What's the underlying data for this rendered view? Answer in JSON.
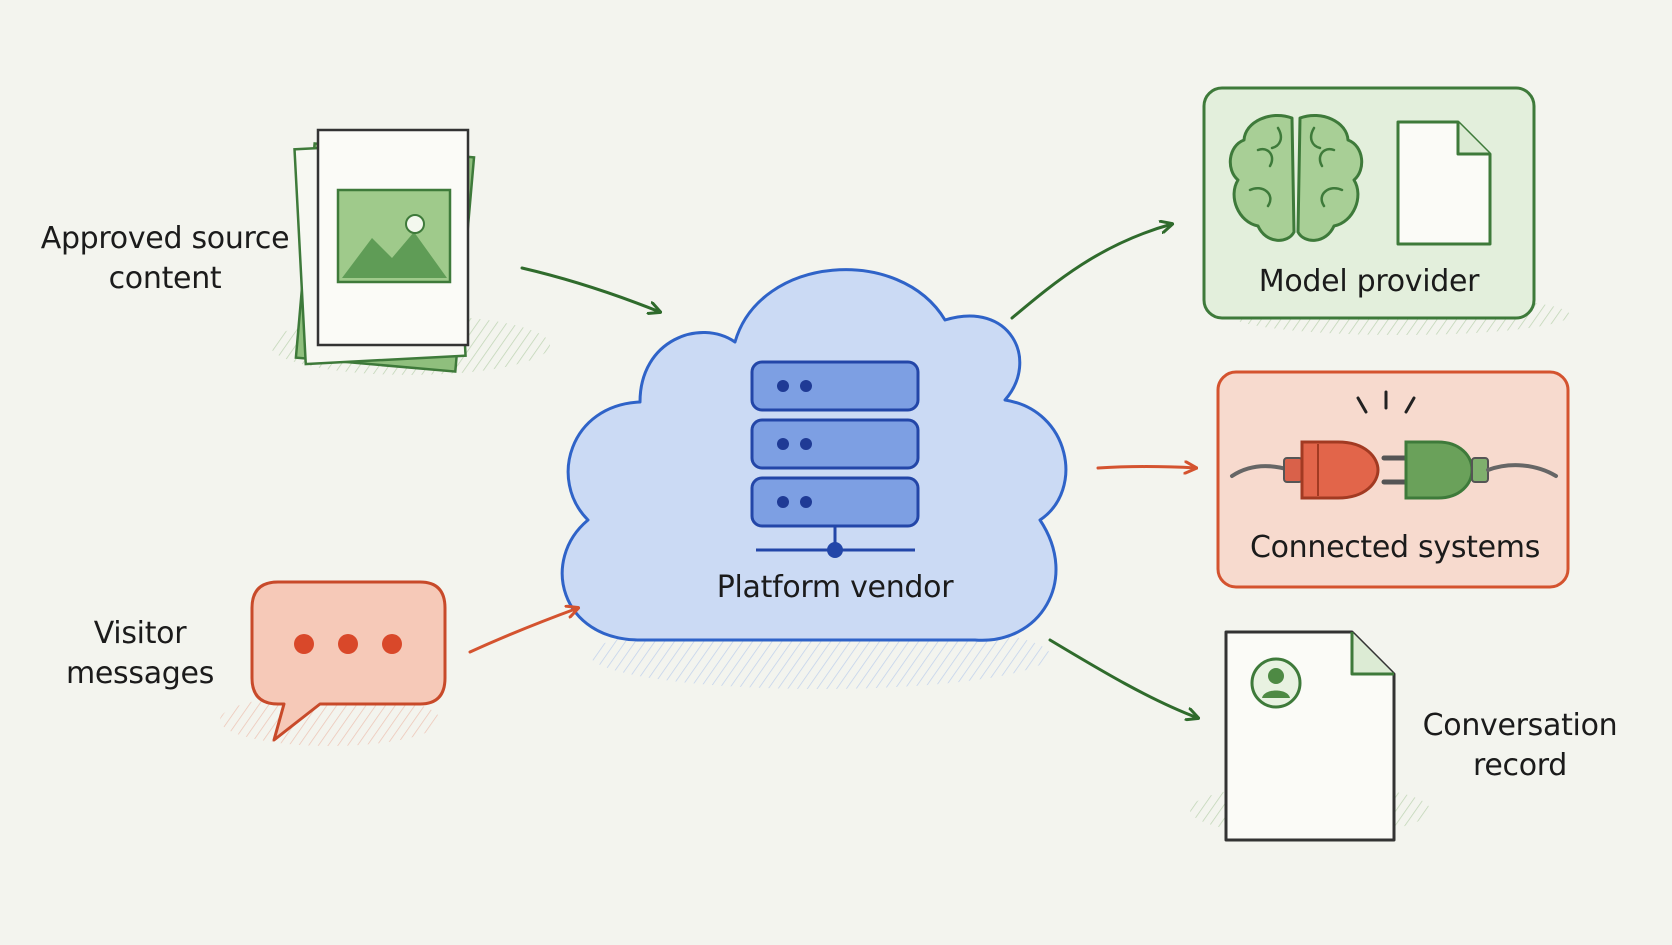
{
  "labels": {
    "approved_source_content": [
      "Approved source",
      "content"
    ],
    "visitor_messages": [
      "Visitor",
      "messages"
    ],
    "platform_vendor": "Platform vendor",
    "model_provider": "Model provider",
    "connected_systems": "Connected systems",
    "conversation_record": [
      "Conversation",
      "record"
    ]
  },
  "colors": {
    "background": "#f3f4ee",
    "green": "#3e7a3a",
    "green_fill": "#dcebd4",
    "red": "#d4532f",
    "red_fill": "#f7d6cb",
    "blue": "#2f63c8",
    "blue_fill": "#cfddf6"
  }
}
